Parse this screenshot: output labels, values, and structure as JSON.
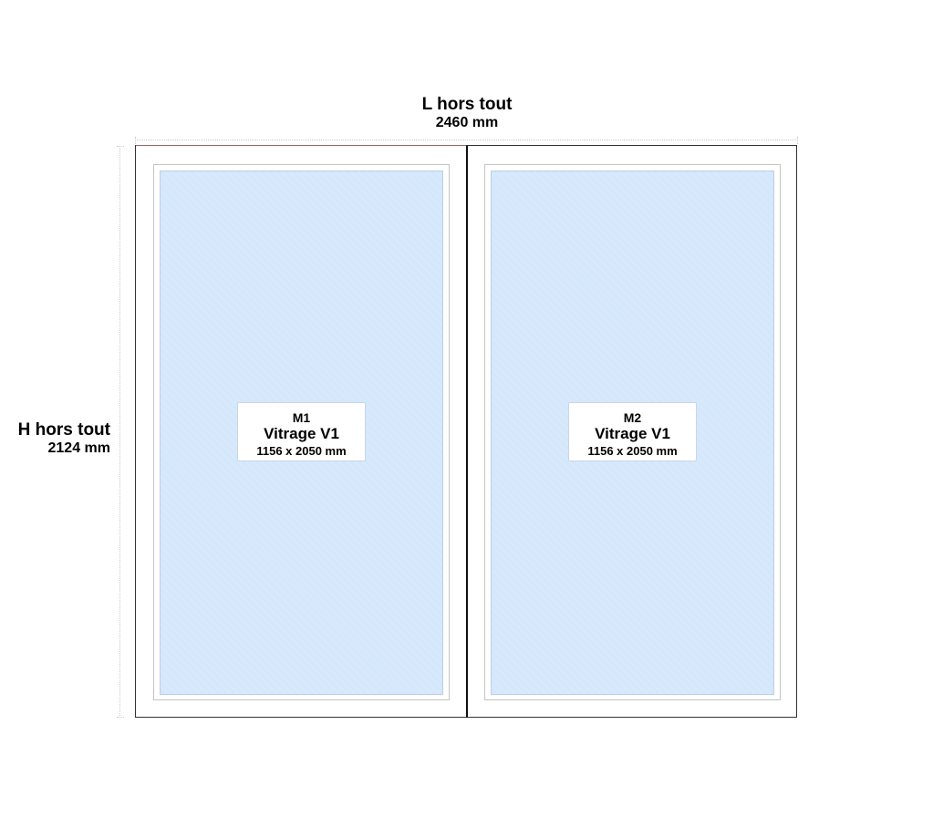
{
  "dimensions": {
    "width_label": "L hors tout",
    "width_value": "2460 mm",
    "height_label": "H hors tout",
    "height_value": "2124 mm"
  },
  "panes": [
    {
      "id": "M1",
      "glazing": "Vitrage V1",
      "size": "1156 x 2050 mm"
    },
    {
      "id": "M2",
      "glazing": "Vitrage V1",
      "size": "1156 x 2050 mm"
    }
  ],
  "colors": {
    "glass_fill": "#d4e7fb",
    "frame_stroke": "#333333",
    "sash_stroke": "#c4c4c4",
    "mullion": "#111111"
  }
}
